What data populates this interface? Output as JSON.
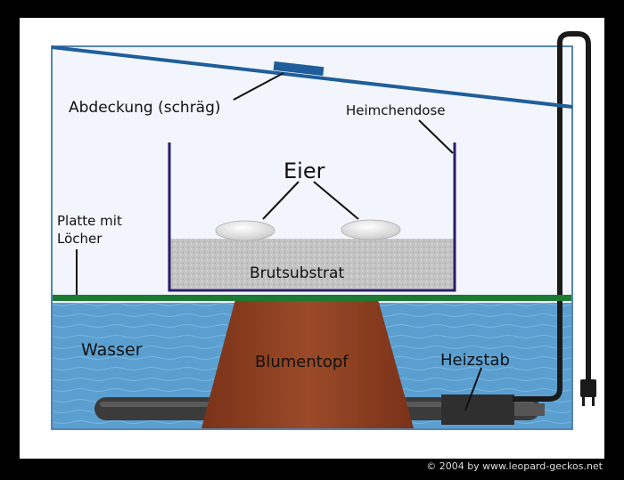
{
  "labels": {
    "lid": "Abdeckung (schräg)",
    "cricket_box": "Heimchendose",
    "eggs": "Eier",
    "plate_line1": "Platte mit",
    "plate_line2": "Löcher",
    "substrate": "Brutsubstrat",
    "water": "Wasser",
    "flowerpot": "Blumentopf",
    "heater": "Heizstab"
  },
  "copyright": "© 2004 by www.leopard-geckos.net",
  "colors": {
    "frame": "#000000",
    "background": "#ffffff",
    "tank_air": "#f2f5fb",
    "water": "#5a9fd0",
    "lid": "#1f5e9a",
    "plate": "#1d7a32",
    "box": "#2b1a6a",
    "substrate": "#c9c9c9",
    "flowerpot": "#8b3c20",
    "heater": "#3b3b3b"
  }
}
